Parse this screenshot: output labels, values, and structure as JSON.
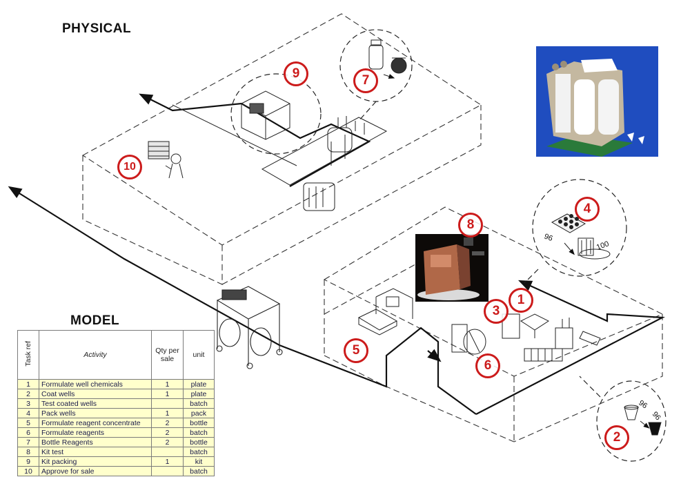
{
  "headings": {
    "physical": "PHYSICAL",
    "model": "MODEL"
  },
  "markers": [
    "1",
    "2",
    "3",
    "4",
    "5",
    "6",
    "7",
    "8",
    "9",
    "10"
  ],
  "diagram_labels": {
    "count_96_plate": "96",
    "count_100_wells": "100",
    "count_96_cup": "96",
    "count_96_cone": "96"
  },
  "table": {
    "headers": {
      "ref": "Task ref",
      "activity": "Activity",
      "qty": "Qty per sale",
      "unit": "unit"
    },
    "rows": [
      {
        "ref": "1",
        "activity": "Formulate well chemicals",
        "qty": "1",
        "unit": "plate"
      },
      {
        "ref": "2",
        "activity": "Coat wells",
        "qty": "1",
        "unit": "plate"
      },
      {
        "ref": "3",
        "activity": "Test coated wells",
        "qty": "",
        "unit": "batch"
      },
      {
        "ref": "4",
        "activity": "Pack wells",
        "qty": "1",
        "unit": "pack"
      },
      {
        "ref": "5",
        "activity": "Formulate reagent concentrate",
        "qty": "2",
        "unit": "bottle"
      },
      {
        "ref": "6",
        "activity": "Formulate reagents",
        "qty": "2",
        "unit": "batch"
      },
      {
        "ref": "7",
        "activity": "Bottle Reagents",
        "qty": "2",
        "unit": "bottle"
      },
      {
        "ref": "8",
        "activity": "Kit test",
        "qty": "",
        "unit": "batch"
      },
      {
        "ref": "9",
        "activity": "Kit packing",
        "qty": "1",
        "unit": "kit"
      },
      {
        "ref": "10",
        "activity": "Approve for sale",
        "qty": "",
        "unit": "batch"
      }
    ]
  },
  "colors": {
    "marker": "#cc1b1b",
    "table_fill": "#ffffcc",
    "kit_photo_bg": "#1f4dbf",
    "line": "#111111"
  }
}
